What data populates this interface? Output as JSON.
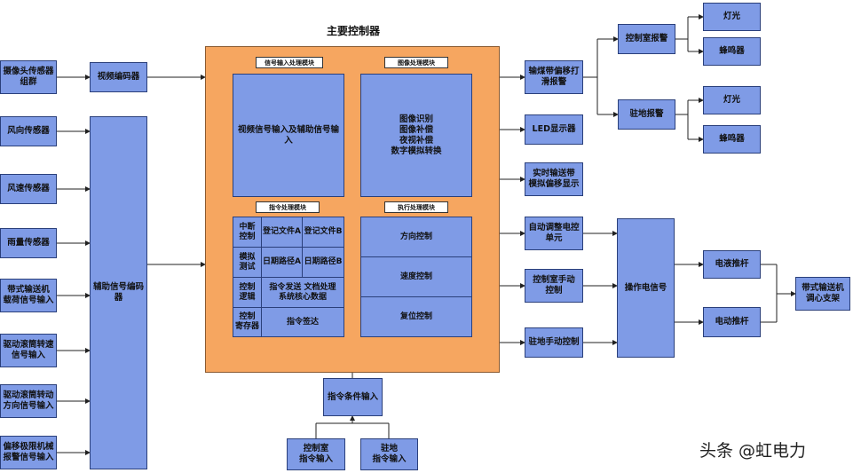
{
  "title": "主要控制器",
  "left": {
    "camera": "摄像头传感器\n组群",
    "video_encoder": "视频编码器",
    "wind_dir": "风向传感器",
    "wind_speed": "风速传感器",
    "rain": "雨量传感器",
    "belt_load": "带式输送机\n载荷信号输入",
    "drum_speed": "驱动滚筒转速\n信号输入",
    "drum_dir": "驱动滚筒转动\n方向信号输入",
    "deviation": "偏移极限机械\n报警信号输入",
    "aux_encoder": "辅助信号编码\n器"
  },
  "modules": {
    "signal_tag": "信号输入处理模块",
    "signal_body": "视频信号输入及辅助信号输入",
    "image_tag": "图像处理模块",
    "image_body": "图像识别\n图像补偿\n夜视补偿\n数字模拟转换",
    "cmd_tag": "指令处理模块",
    "exec_tag": "执行处理模块",
    "cmd_cells": {
      "interrupt": "中断\n控制",
      "reg_a": "登记文件A",
      "reg_b": "登记文件B",
      "sim": "模拟\n测试",
      "path_a": "日期路径A",
      "path_b": "日期路径B",
      "logic": "控制\n逻辑",
      "dispatch": "指令发送 文档处理\n系统核心数据",
      "register": "控制\n寄存器",
      "deliver": "指令签达"
    },
    "exec_cells": {
      "dir": "方向控制",
      "speed": "速度控制",
      "reset": "复位控制"
    }
  },
  "bottom": {
    "cond": "指令条件输入",
    "control_room": "控制室\n指令输入",
    "station": "驻地\n指令输入"
  },
  "right": {
    "belt_alarm": "输煤带偏移打\n滑报警",
    "led": "LED显示器",
    "realtime": "实时输送带\n模拟偏移显示",
    "auto_adjust": "自动调整电控\n单元",
    "room_manual": "控制室手动\n控制",
    "station_manual": "驻地手动控制",
    "room_alarm": "控制室报警",
    "station_alarm": "驻地报警",
    "light1": "灯光",
    "buzzer1": "蜂鸣器",
    "light2": "灯光",
    "buzzer2": "蜂鸣器",
    "op_signal": "操作电信号",
    "hyd": "电液推杆",
    "elec": "电动推杆",
    "bracket": "带式输送机\n调心支架"
  },
  "watermark": "头条 @虹电力"
}
